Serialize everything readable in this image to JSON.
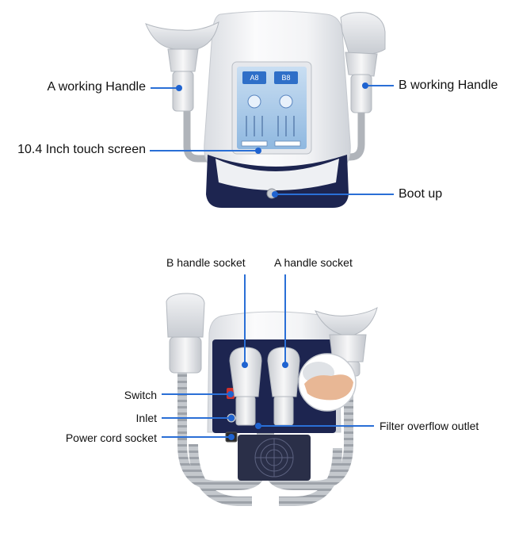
{
  "colors": {
    "leader": "#2a6fd6",
    "dot": "#1f63d0",
    "body": "#f1f2f4",
    "panel": "#1d2550",
    "screen": "#9fc6e8",
    "hose": "#b8bcc2",
    "label_text": "#111111"
  },
  "top_device": {
    "labels": {
      "a_handle": "A working Handle",
      "b_handle": "B working Handle",
      "touch_screen": "10.4 Inch touch screen",
      "boot_up": "Boot up"
    },
    "screen": {
      "left_tab": "A8",
      "right_tab": "B8"
    }
  },
  "bottom_device": {
    "labels": {
      "b_socket": "B handle socket",
      "a_socket": "A handle socket",
      "switch": "Switch",
      "inlet": "Inlet",
      "power_cord": "Power cord socket",
      "filter_outlet": "Filter overflow outlet"
    }
  }
}
